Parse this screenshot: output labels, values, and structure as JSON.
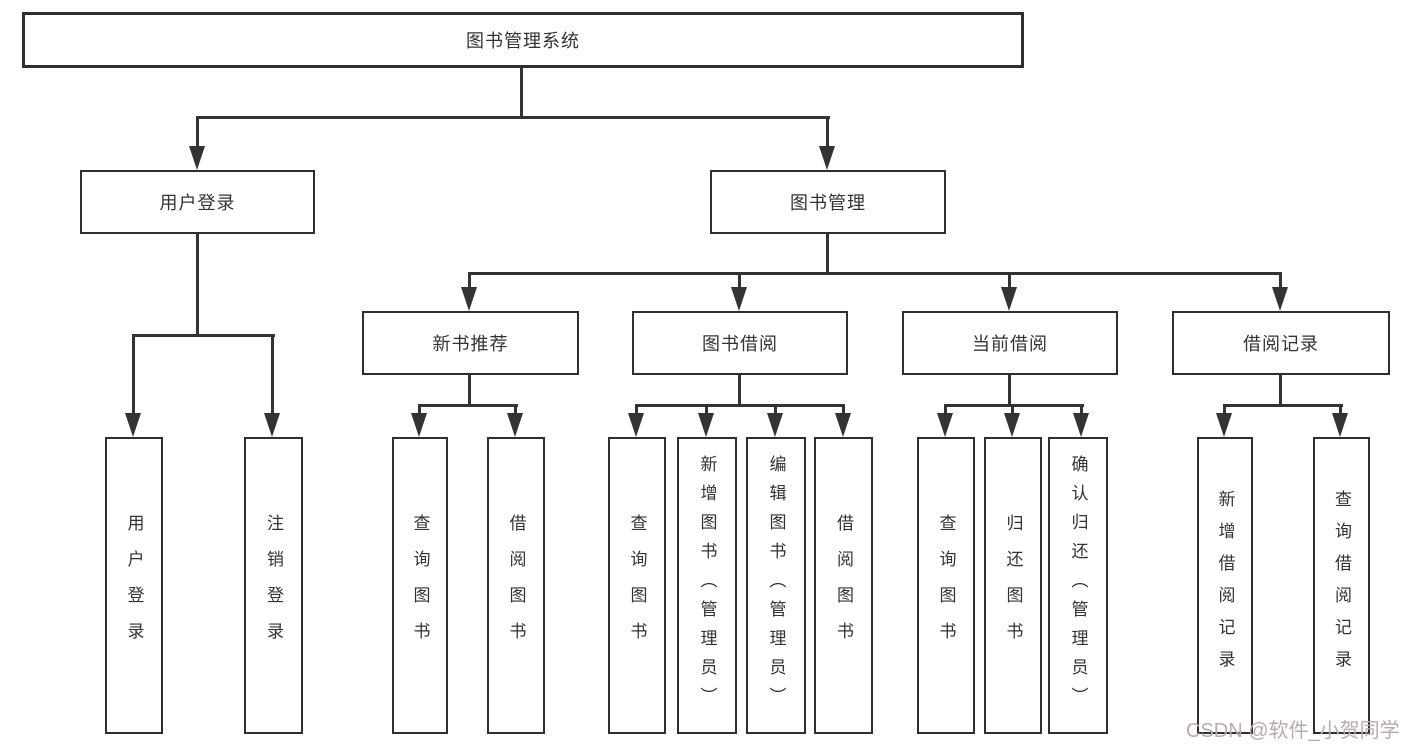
{
  "root": {
    "label": "图书管理系统"
  },
  "branches": [
    {
      "label": "用户登录",
      "children": [
        {
          "label": "用户登录"
        },
        {
          "label": "注销登录"
        }
      ]
    },
    {
      "label": "图书管理"
    }
  ],
  "sections": [
    {
      "label": "新书推荐",
      "children": [
        {
          "label": "查询图书"
        },
        {
          "label": "借阅图书"
        }
      ]
    },
    {
      "label": "图书借阅",
      "children": [
        {
          "label": "查询图书"
        },
        {
          "label": "新增图书（管理员）"
        },
        {
          "label": "编辑图书（管理员）"
        },
        {
          "label": "借阅图书"
        }
      ]
    },
    {
      "label": "当前借阅",
      "children": [
        {
          "label": "查询图书"
        },
        {
          "label": "归还图书"
        },
        {
          "label": "确认归还（管理员）"
        }
      ]
    },
    {
      "label": "借阅记录",
      "children": [
        {
          "label": "新增借阅记录"
        },
        {
          "label": "查询借阅记录"
        }
      ]
    }
  ],
  "watermark": {
    "text": "CSDN @软件_小贺同学",
    "color": "#b9abab"
  },
  "colors": {
    "line": "#333333",
    "border": "#2f2f2f",
    "text": "#333333",
    "background": "#ffffff"
  }
}
